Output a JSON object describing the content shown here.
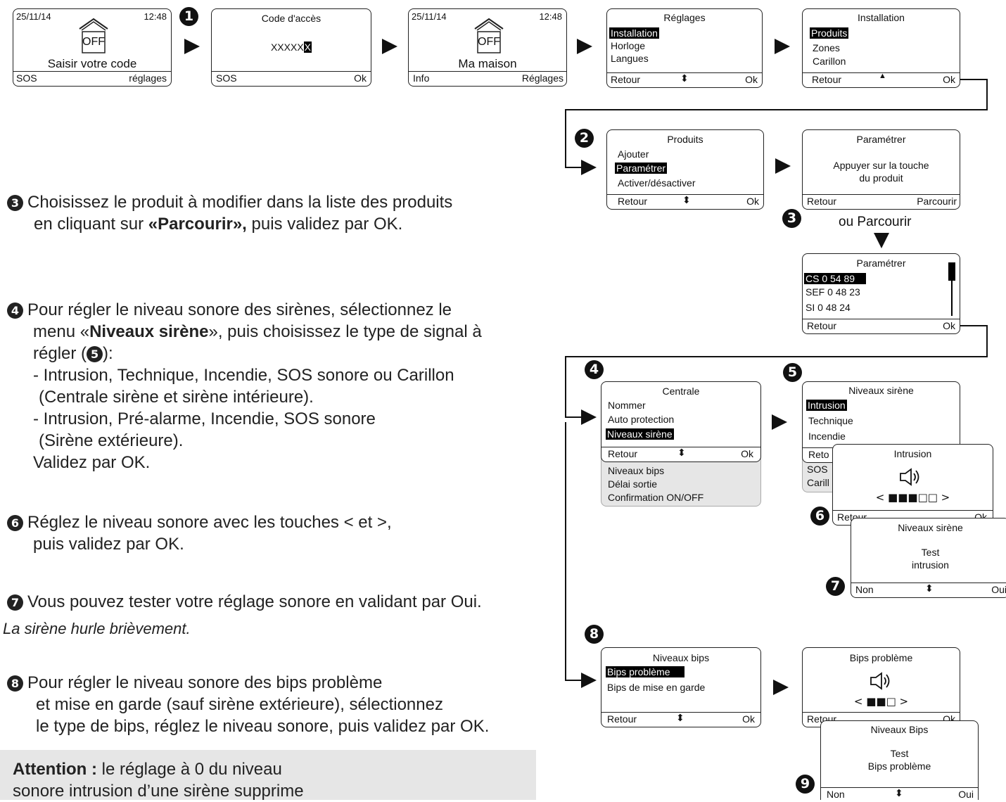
{
  "s1": {
    "date": "25/11/14",
    "time": "12:48",
    "status": "OFF",
    "msg": "Saisir votre code",
    "left": "SOS",
    "right": "réglages"
  },
  "s2": {
    "title": "Code d'accès",
    "code": "XXXXX",
    "cursor": "X",
    "left": "SOS",
    "right": "Ok"
  },
  "s3": {
    "date": "25/11/14",
    "time": "12:48",
    "status": "OFF",
    "msg": "Ma maison",
    "left": "Info",
    "right": "Réglages"
  },
  "s4": {
    "title": "Réglages",
    "items": [
      "Installation",
      "Horloge",
      "Langues"
    ],
    "left": "Retour",
    "right": "Ok"
  },
  "s5": {
    "title": "Installation",
    "items": [
      "Produits",
      "Zones",
      "Carillon"
    ],
    "left": "Retour",
    "right": "Ok"
  },
  "s6": {
    "title": "Produits",
    "items": [
      "Ajouter",
      "Paramétrer",
      "Activer/désactiver"
    ],
    "left": "Retour",
    "right": "Ok"
  },
  "s7": {
    "title": "Paramétrer",
    "line1": "Appuyer sur la touche",
    "line2": "du produit",
    "left": "Retour",
    "right": "Parcourir"
  },
  "ou": "ou Parcourir",
  "s8": {
    "title": "Paramétrer",
    "items": [
      "CS 0 54 89",
      "SEF 0 48 23",
      "SI 0 48 24"
    ],
    "left": "Retour",
    "right": "Ok"
  },
  "s9": {
    "title": "Centrale",
    "items": [
      "Nommer",
      "Auto protection",
      "Niveaux sirène"
    ],
    "left": "Retour",
    "right": "Ok",
    "more": [
      "Niveaux bips",
      "Délai sortie",
      "Confirmation ON/OFF"
    ]
  },
  "s10": {
    "title": "Niveaux sirène",
    "items": [
      "Intrusion",
      "Technique",
      "Incendie"
    ],
    "left": "Reto",
    "more": [
      "SOS",
      "Carill"
    ]
  },
  "s11": {
    "title": "Intrusion",
    "level": "< ■■■□□ >",
    "left": "Retour",
    "right": "Ok"
  },
  "s12": {
    "title": "Niveaux sirène",
    "line1": "Test",
    "line2": "intrusion",
    "left": "Non",
    "right": "Oui"
  },
  "s13": {
    "title": "Niveaux bips",
    "items": [
      "Bips problème",
      "Bips de mise en garde"
    ],
    "left": "Retour",
    "right": "Ok"
  },
  "s14": {
    "title": "Bips problème",
    "level": "< ■■□ >",
    "left": "Retour",
    "right": "Ok"
  },
  "s15": {
    "title": "Niveaux Bips",
    "line1": "Test",
    "line2": "Bips problème",
    "left": "Non",
    "right": "Oui"
  },
  "badges": [
    "1",
    "2",
    "3",
    "4",
    "5",
    "6",
    "7",
    "8",
    "9"
  ],
  "instr3": {
    "a": "Choisissez le produit à modifier dans la liste des produits",
    "b": "en cliquant sur ",
    "c": "«Parcourir»,",
    "d": " puis validez par OK."
  },
  "instr4": {
    "a": "Pour régler le niveau sonore des sirènes, sélectionnez le",
    "b": "menu «",
    "c": "Niveaux sirène",
    "d": "», puis choisissez le type de signal à",
    "e": "régler (",
    "f": "):",
    "g": "- Intrusion, Technique, Incendie, SOS sonore ou Carillon",
    "h": "(Centrale sirène et sirène intérieure).",
    "i": "- Intrusion, Pré-alarme, Incendie, SOS sonore",
    "j": "(Sirène extérieure).",
    "k": "Validez par OK."
  },
  "instr6": {
    "a": "Réglez le niveau sonore avec les touches < et >,",
    "b": "puis validez par OK."
  },
  "instr7": {
    "a": "Vous pouvez tester votre réglage sonore en validant par Oui.",
    "b": "La sirène hurle brièvement."
  },
  "instr8": {
    "a": "Pour régler le niveau sonore des bips problème",
    "b": "et mise en garde (sauf sirène extérieure), sélectionnez",
    "c": "le type de bips, réglez le niveau sonore, puis validez par OK."
  },
  "attention": {
    "label": "Attention :",
    "a": " le réglage à 0 du niveau",
    "b": "sonore intrusion d’une sirène supprime"
  },
  "icons": [
    "house-icon",
    "speaker-icon",
    "scroll-arrows-icon"
  ]
}
